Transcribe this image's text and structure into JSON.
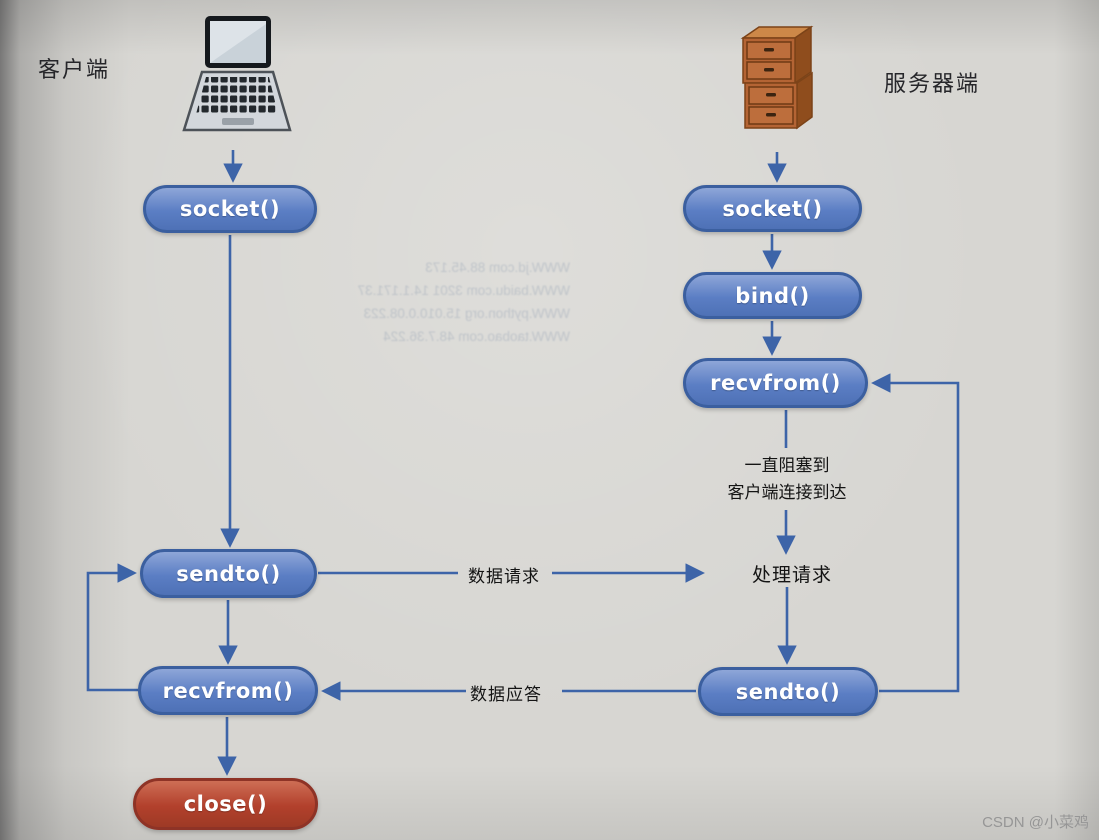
{
  "page": {
    "watermark": "CSDN @小菜鸡"
  },
  "client": {
    "label": "客户端",
    "socket": "socket()",
    "sendto": "sendto()",
    "recvfrom": "recvfrom()",
    "close": "close()"
  },
  "server": {
    "label": "服务器端",
    "socket": "socket()",
    "bind": "bind()",
    "recvfrom": "recvfrom()",
    "sendto": "sendto()",
    "blocking_note": [
      "一直阻塞到",
      "客户端连接到达"
    ],
    "process_label": "处理请求"
  },
  "edges": {
    "request_label": "数据请求",
    "response_label": "数据应答"
  },
  "bleedthrough_lines": [
    "WWW.jd.com 88.45.173",
    "WWW.baidu.com 3201 14.1.171.37",
    "WWW.python.org 15.010.0.08.223",
    "WWW.taobao.com 48.7.36.224"
  ],
  "colors": {
    "paper": "#d7d6d2",
    "node_fill": "#5b7ec4",
    "node_border": "#3b5f9f",
    "close_fill": "#b2402c",
    "close_border": "#8e3326",
    "arrow": "#3d64a8"
  }
}
